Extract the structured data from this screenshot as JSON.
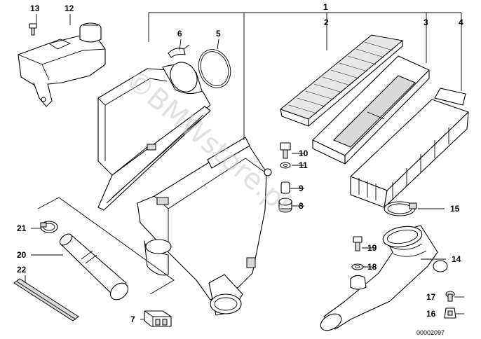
{
  "diagram": {
    "document_number": "00002097",
    "watermark": "©BMWstore.pl",
    "callouts": [
      {
        "id": "1",
        "label": "1"
      },
      {
        "id": "2",
        "label": "2"
      },
      {
        "id": "3",
        "label": "3"
      },
      {
        "id": "4",
        "label": "4"
      },
      {
        "id": "5",
        "label": "5"
      },
      {
        "id": "6",
        "label": "6"
      },
      {
        "id": "7",
        "label": "7"
      },
      {
        "id": "8",
        "label": "8"
      },
      {
        "id": "9",
        "label": "9"
      },
      {
        "id": "10",
        "label": "10"
      },
      {
        "id": "11",
        "label": "11"
      },
      {
        "id": "12",
        "label": "12"
      },
      {
        "id": "13",
        "label": "13"
      },
      {
        "id": "14",
        "label": "14"
      },
      {
        "id": "15",
        "label": "15"
      },
      {
        "id": "16",
        "label": "16"
      },
      {
        "id": "17",
        "label": "17"
      },
      {
        "id": "18",
        "label": "18"
      },
      {
        "id": "19",
        "label": "19"
      },
      {
        "id": "20",
        "label": "20"
      },
      {
        "id": "21",
        "label": "21"
      },
      {
        "id": "22",
        "label": "22"
      }
    ]
  }
}
